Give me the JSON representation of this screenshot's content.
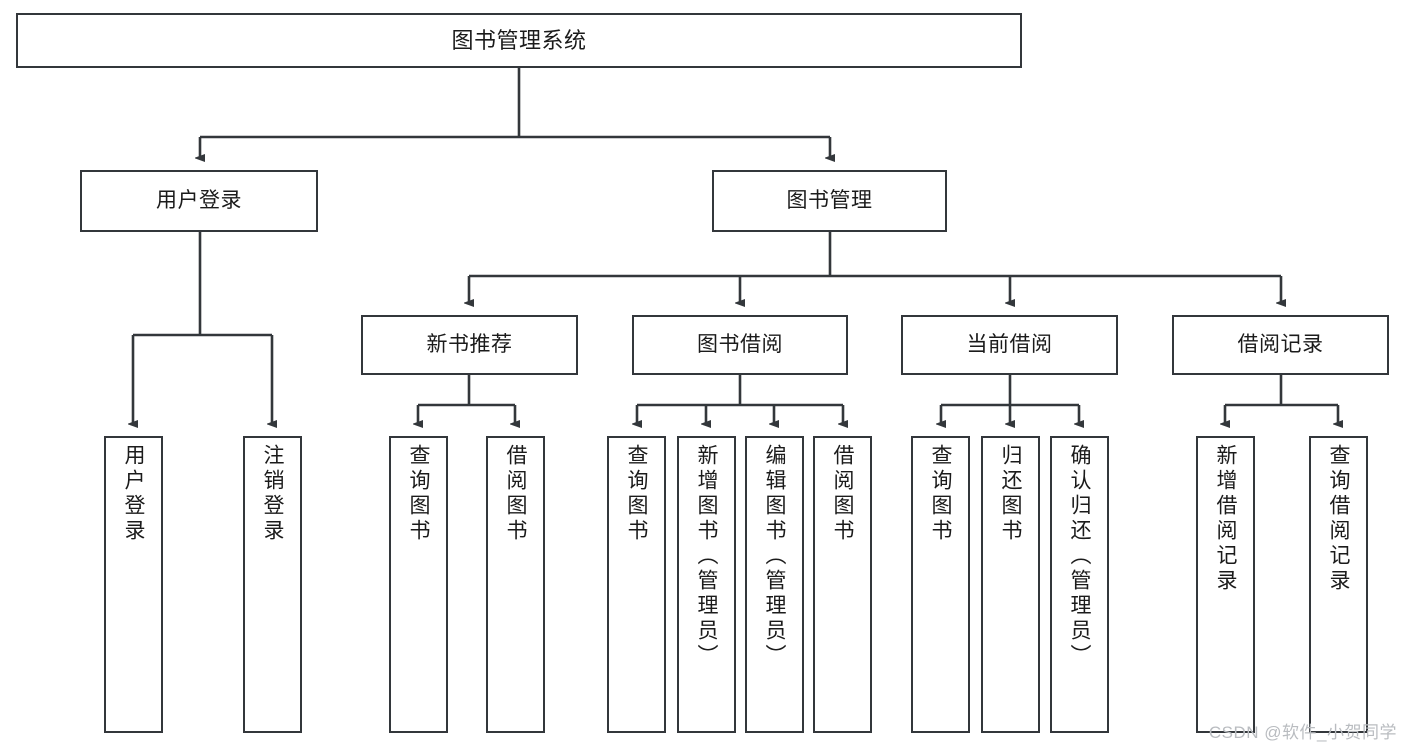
{
  "diagram": {
    "title_text": "图书管理系统",
    "type": "tree-hierarchy-chart",
    "line_color": "#33373b",
    "box_fill": "#ffffff",
    "text_color": "#1b1b1b",
    "watermark": "CSDN @软件_小贺同学"
  },
  "nodes": {
    "root": {
      "label": "图书管理系统"
    },
    "level2": [
      {
        "label": "用户登录"
      },
      {
        "label": "图书管理"
      }
    ],
    "level3": [
      {
        "label": "新书推荐"
      },
      {
        "label": "图书借阅"
      },
      {
        "label": "当前借阅"
      },
      {
        "label": "借阅记录"
      }
    ],
    "leaves": {
      "user_login": [
        {
          "label": "用户登录"
        },
        {
          "label": "注销登录"
        }
      ],
      "new_book_recommend": [
        {
          "label": "查询图书"
        },
        {
          "label": "借阅图书"
        }
      ],
      "book_borrow": [
        {
          "label": "查询图书"
        },
        {
          "label": "新增图书（管理员）"
        },
        {
          "label": "编辑图书（管理员）"
        },
        {
          "label": "借阅图书"
        }
      ],
      "current_borrow": [
        {
          "label": "查询图书"
        },
        {
          "label": "归还图书"
        },
        {
          "label": "确认归还（管理员）"
        }
      ],
      "borrow_record": [
        {
          "label": "新增借阅记录"
        },
        {
          "label": "查询借阅记录"
        }
      ]
    }
  }
}
